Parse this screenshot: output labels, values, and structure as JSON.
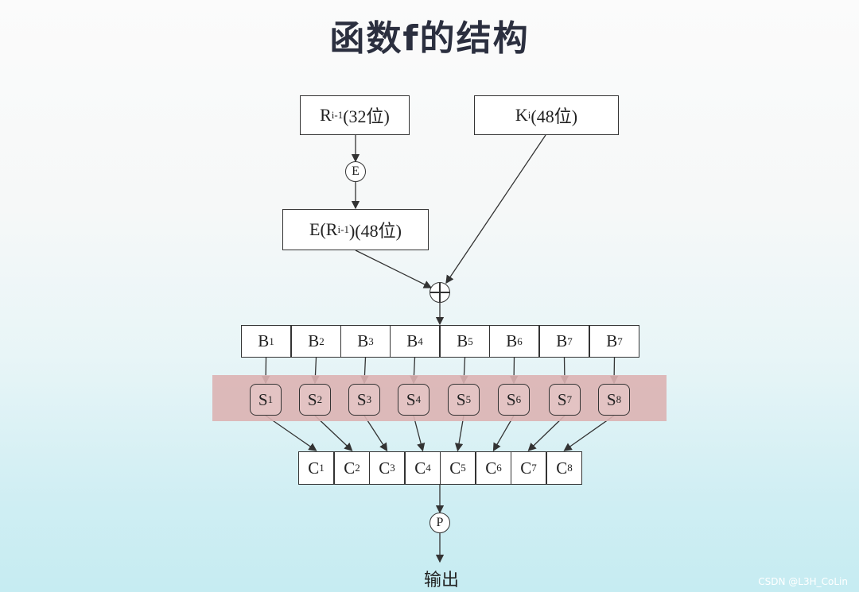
{
  "title": "函数f的结构",
  "boxes": {
    "r_prev": {
      "main": "R",
      "sup": "i-1",
      "tail": "(32位)"
    },
    "k_i": {
      "main": "K",
      "sup": "i",
      "tail": "(48位)"
    },
    "e_r": {
      "pre": "E(R",
      "sup": "i-1",
      "tail": ")(48位)"
    }
  },
  "e_label": "E",
  "p_label": "P",
  "b_cells": [
    {
      "main": "B",
      "sub": "1"
    },
    {
      "main": "B",
      "sub": "2"
    },
    {
      "main": "B",
      "sub": "3"
    },
    {
      "main": "B",
      "sub": "4"
    },
    {
      "main": "B",
      "sub": "5"
    },
    {
      "main": "B",
      "sub": "6"
    },
    {
      "main": "B",
      "sub": "7"
    },
    {
      "main": "B",
      "sub": "7"
    }
  ],
  "s_boxes": [
    {
      "main": "S",
      "sub": "1"
    },
    {
      "main": "S",
      "sub": "2"
    },
    {
      "main": "S",
      "sub": "3"
    },
    {
      "main": "S",
      "sub": "4"
    },
    {
      "main": "S",
      "sub": "5"
    },
    {
      "main": "S",
      "sub": "6"
    },
    {
      "main": "S",
      "sub": "7"
    },
    {
      "main": "S",
      "sub": "8"
    }
  ],
  "c_cells": [
    {
      "main": "C",
      "sub": "1"
    },
    {
      "main": "C",
      "sub": "2"
    },
    {
      "main": "C",
      "sub": "3"
    },
    {
      "main": "C",
      "sub": "4"
    },
    {
      "main": "C",
      "sub": "5"
    },
    {
      "main": "C",
      "sub": "6"
    },
    {
      "main": "C",
      "sub": "7"
    },
    {
      "main": "C",
      "sub": "8"
    }
  ],
  "output_label": "输出",
  "watermark": "CSDN @L3H_CoLin",
  "colors": {
    "sbox_band": "#dcb3b3",
    "sbox_fill": "#e3c3c3",
    "title": "#2b2f3f",
    "line": "#333333"
  }
}
